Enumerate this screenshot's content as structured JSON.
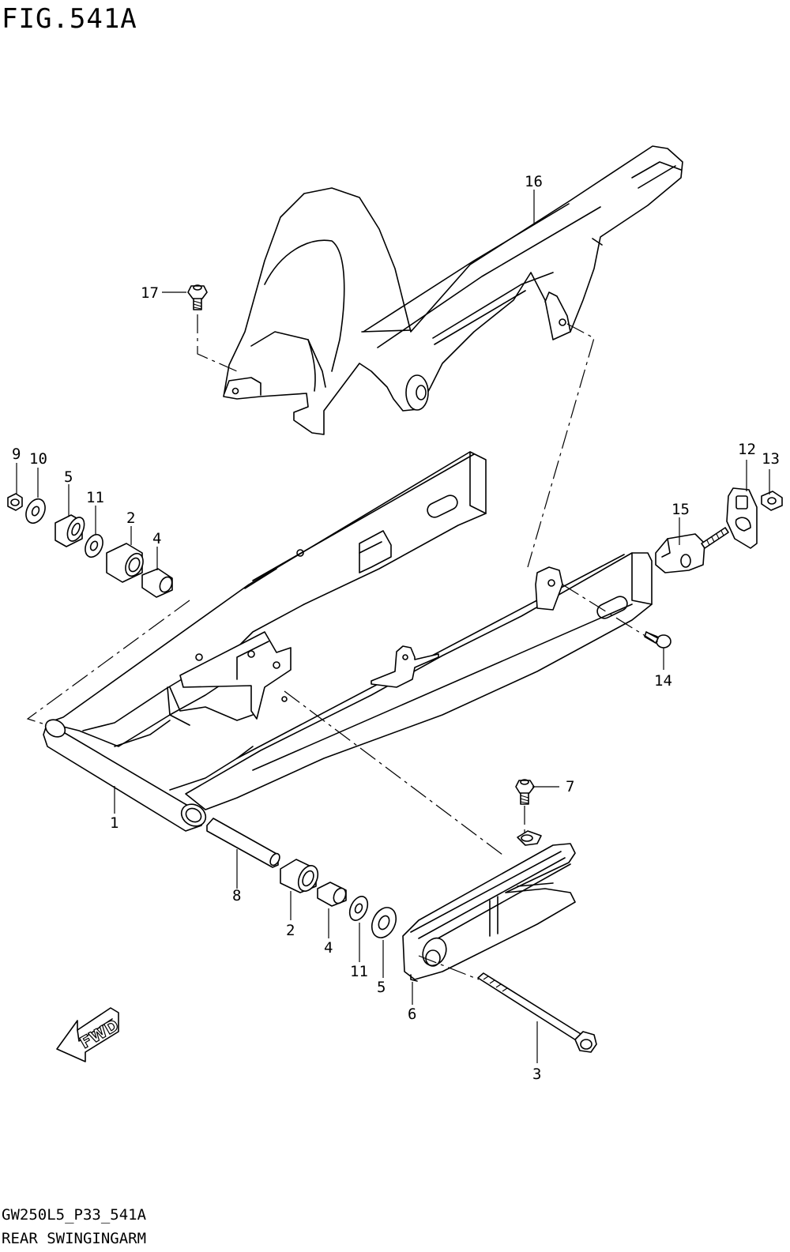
{
  "figure": {
    "title": "FIG.541A",
    "model_code": "GW250L5_P33_541A",
    "caption": "REAR SWINGINGARM",
    "direction_label": "FWD"
  },
  "callouts": [
    {
      "id": "c1",
      "label": "1"
    },
    {
      "id": "c2a",
      "label": "2"
    },
    {
      "id": "c2b",
      "label": "2"
    },
    {
      "id": "c3",
      "label": "3"
    },
    {
      "id": "c4a",
      "label": "4"
    },
    {
      "id": "c4b",
      "label": "4"
    },
    {
      "id": "c5a",
      "label": "5"
    },
    {
      "id": "c5b",
      "label": "5"
    },
    {
      "id": "c6",
      "label": "6"
    },
    {
      "id": "c7",
      "label": "7"
    },
    {
      "id": "c8",
      "label": "8"
    },
    {
      "id": "c9",
      "label": "9"
    },
    {
      "id": "c10",
      "label": "10"
    },
    {
      "id": "c11a",
      "label": "11"
    },
    {
      "id": "c11b",
      "label": "11"
    },
    {
      "id": "c12",
      "label": "12"
    },
    {
      "id": "c13",
      "label": "13"
    },
    {
      "id": "c14",
      "label": "14"
    },
    {
      "id": "c15",
      "label": "15"
    },
    {
      "id": "c16",
      "label": "16"
    },
    {
      "id": "c17",
      "label": "17"
    }
  ]
}
